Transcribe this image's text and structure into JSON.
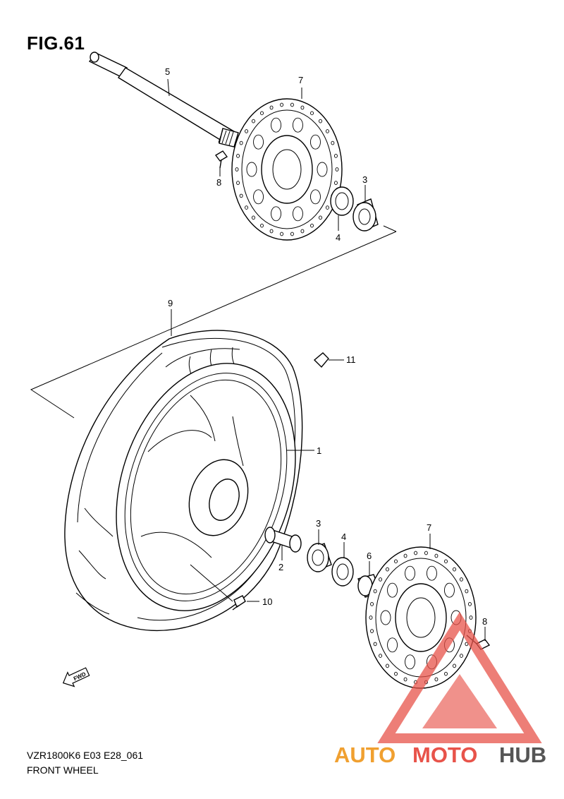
{
  "figure": {
    "title": "FIG.61"
  },
  "footer": {
    "model_code": "VZR1800K6 E03 E28_061",
    "caption": "FRONT WHEEL"
  },
  "callouts": {
    "c5": "5",
    "c7a": "7",
    "c8a": "8",
    "c3a": "3",
    "c4a": "4",
    "c9": "9",
    "c11": "11",
    "c1": "1",
    "c3b": "3",
    "c4b": "4",
    "c6": "6",
    "c7b": "7",
    "c2": "2",
    "c10": "10",
    "c8b": "8"
  },
  "direction_marker": {
    "label": "FWD"
  },
  "watermark": {
    "part1": "AUTO",
    "part2": "MOTO",
    "part3": "HUB",
    "colors": {
      "auto": "#f0a030",
      "moto": "#e8534a",
      "hub": "#555555",
      "triangle": "#e8534a"
    }
  }
}
